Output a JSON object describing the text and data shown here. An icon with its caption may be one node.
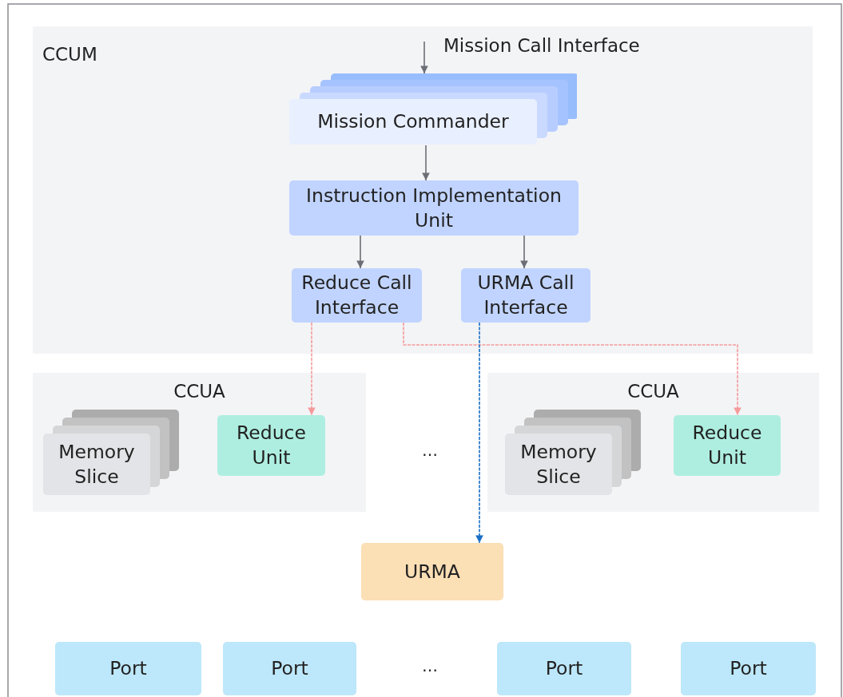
{
  "diagram": {
    "nodes": [
      {
        "text": [
          "CCUM"
        ]
      },
      {
        "text": [
          "Mission Commander"
        ],
        "in": 0
      },
      {
        "text": [
          "Instruction Implementation Unit"
        ],
        "in": 0
      },
      {
        "text": [
          "Reduce Call Interface"
        ],
        "in": 0
      },
      {
        "text": [
          "URMA Call Interface"
        ],
        "in": 0
      },
      {
        "text": [
          "CCUA"
        ]
      },
      {
        "text": [
          "Memory Slice"
        ],
        "in": 5
      },
      {
        "text": [
          "Reduce Unit"
        ],
        "in": 5
      },
      {
        "text": [
          "CCUA"
        ]
      },
      {
        "text": [
          "Memory Slice"
        ],
        "in": 8
      },
      {
        "text": [
          "Reduce Unit"
        ],
        "in": 8
      },
      {
        "text": [
          "URMA"
        ]
      },
      {
        "text": [
          "Port"
        ]
      },
      {
        "text": [
          "Port"
        ]
      },
      {
        "text": [
          "Port"
        ]
      },
      {
        "text": [
          "Port"
        ]
      }
    ],
    "edges": [
      {
        "from": null,
        "to": 1,
        "arrow": "to",
        "label": "Mission Call Interface"
      },
      {
        "from": 1,
        "to": 2,
        "arrow": "to"
      },
      {
        "from": 2,
        "to": 3,
        "arrow": "to"
      },
      {
        "from": 2,
        "to": 4,
        "arrow": "to"
      },
      {
        "from": 3,
        "to": 7,
        "arrow": "to",
        "style": "dashed",
        "color": "#f59a9a"
      },
      {
        "from": 3,
        "to": 10,
        "arrow": "to",
        "style": "dashed",
        "color": "#f59a9a"
      },
      {
        "from": 4,
        "to": 11,
        "arrow": "to",
        "style": "dashed",
        "color": "#1a6fc4"
      }
    ],
    "labels": [
      "…",
      "…"
    ]
  }
}
